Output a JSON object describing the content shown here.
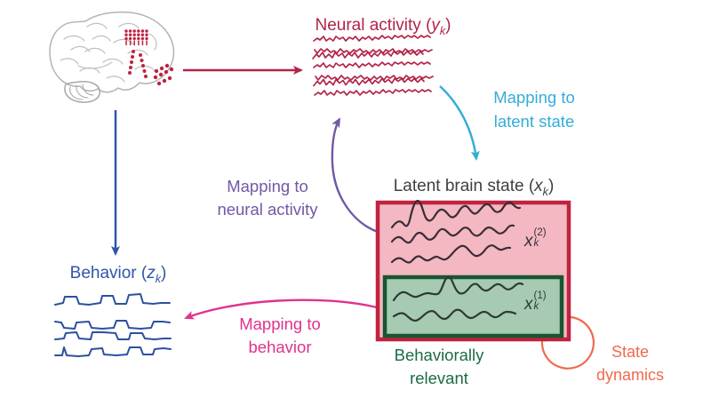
{
  "diagram": {
    "brain": {
      "icon_name": "brain-lateral-with-electrodes"
    },
    "neural_activity": {
      "prefix": "Neural activity (",
      "variable": "y",
      "subscript": "k",
      "suffix": ")"
    },
    "behavior": {
      "prefix": "Behavior (",
      "variable": "z",
      "subscript": "k",
      "suffix": ")"
    },
    "latent_state": {
      "prefix": "Latent brain state (",
      "variable": "x",
      "subscript": "k",
      "suffix": ")"
    },
    "mappings": {
      "to_latent": {
        "line1": "Mapping to",
        "line2": "latent state"
      },
      "to_neural": {
        "line1": "Mapping to",
        "line2": "neural activity"
      },
      "to_behavior": {
        "line1": "Mapping to",
        "line2": "behavior"
      }
    },
    "latent_box": {
      "x2": {
        "variable": "x",
        "subscript": "k",
        "superscript": "(2)"
      },
      "x1": {
        "variable": "x",
        "subscript": "k",
        "superscript": "(1)"
      },
      "caption": {
        "line1": "Behaviorally",
        "line2": "relevant"
      }
    },
    "state_dynamics": {
      "line1": "State",
      "line2": "dynamics"
    },
    "colors": {
      "crimson_traces": "#b32346",
      "crimson_text": "#b02546",
      "box_border_red": "#c0223f",
      "pink_fill": "#f3b8c1",
      "green_fill": "#a6cbb2",
      "green_border": "#175631",
      "green_text": "#1d6b42",
      "cyan": "#35acd8",
      "purple": "#7258a5",
      "magenta": "#e0328c",
      "blue": "#3056a6",
      "orange": "#ef6a4e",
      "latent_trace_dark": "#3a2d38",
      "title_dark": "#3e3e43",
      "brain_outline": "#b3b3b3"
    }
  }
}
